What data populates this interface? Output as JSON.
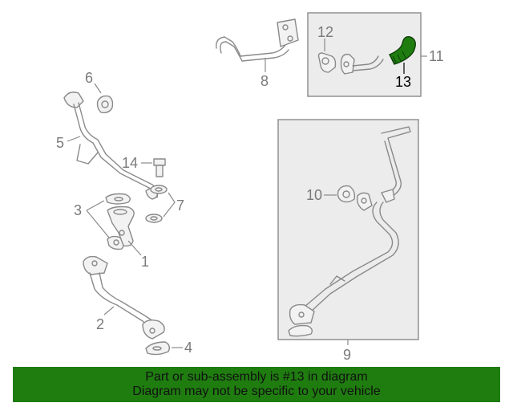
{
  "colors": {
    "banner_bg": "#1f7d10",
    "highlight_part": "#1f7d10",
    "line_art": "#8a8a8a",
    "callout_text": "#7a7a7a"
  },
  "callouts": {
    "c1": "1",
    "c2": "2",
    "c3": "3",
    "c4": "4",
    "c5": "5",
    "c6": "6",
    "c7": "7",
    "c8": "8",
    "c9": "9",
    "c10": "10",
    "c11": "11",
    "c12": "12",
    "c13": "13",
    "c14": "14"
  },
  "banner": {
    "line1": "Part or sub-assembly is #13 in diagram",
    "line2": "Diagram may not be specific to your vehicle"
  }
}
